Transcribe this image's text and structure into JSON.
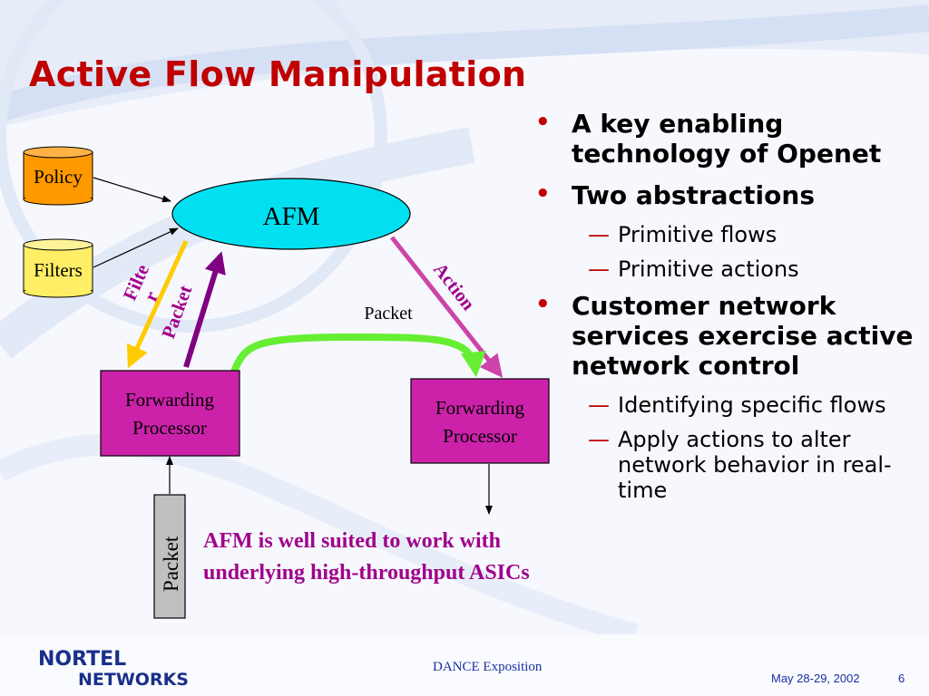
{
  "slide": {
    "title": "Active Flow Manipulation"
  },
  "diagram": {
    "policy_label": "Policy",
    "filters_label": "Filters",
    "afm_label": "AFM",
    "filter_arrow_label_line1": "Filte",
    "filter_arrow_label_line2": "r",
    "packet_up_label": "Packet",
    "action_label": "Action",
    "packet_top_label": "Packet",
    "fp_left_line1": "Forwarding",
    "fp_left_line2": "Processor",
    "fp_right_line1": "Forwarding",
    "fp_right_line2": "Processor",
    "packet_box_label": "Packet",
    "colors": {
      "policy_fill": "#ff9900",
      "filters_fill": "#ffee66",
      "afm_fill": "#00e0f0",
      "fp_fill": "#cc22aa",
      "filter_arrow": "#ffcc00",
      "packet_arrow": "#800080",
      "action_arrow": "#cc44aa",
      "packet_flow_arrow": "#66ee33",
      "packet_box_fill": "#c0c0c0"
    }
  },
  "bullets": [
    {
      "text": "A key enabling technology of Openet",
      "subs": []
    },
    {
      "text": "Two abstractions",
      "subs": [
        "Primitive flows",
        "Primitive actions"
      ]
    },
    {
      "text": "Customer network services exercise active network control",
      "subs": [
        "Identifying specific flows",
        "Apply actions to alter network behavior in real-time"
      ]
    }
  ],
  "note": {
    "line1": "AFM is well suited to work with",
    "line2": "underlying high-throughput ASICs"
  },
  "footer": {
    "event": "DANCE Exposition",
    "date": "May 28-29,  2002",
    "page": "6",
    "logo_line1": "NORTEL",
    "logo_line2": "NETWORKS"
  }
}
